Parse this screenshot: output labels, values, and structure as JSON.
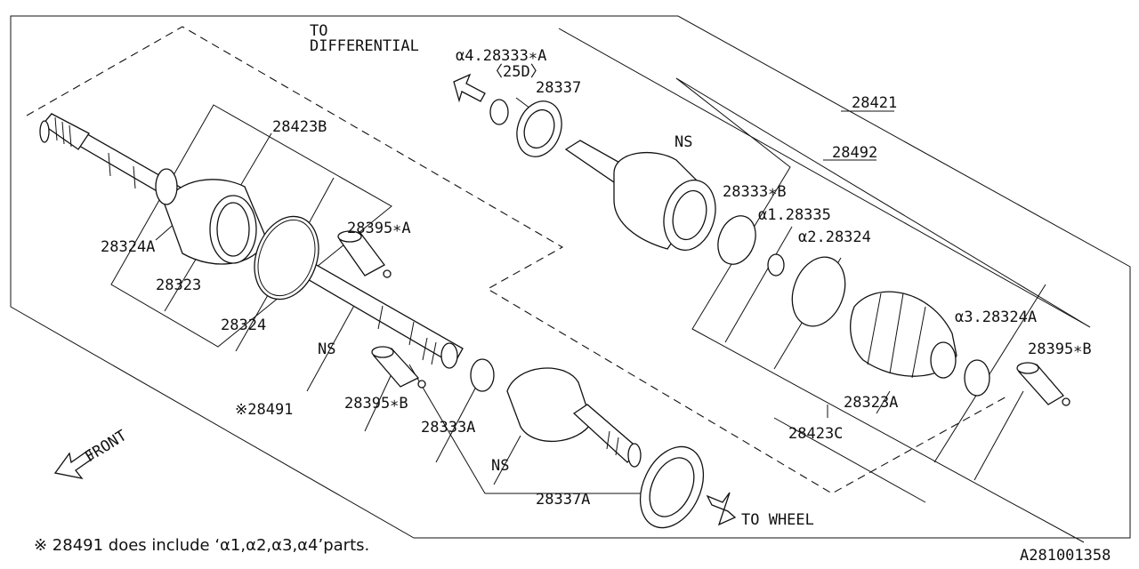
{
  "labels": {
    "to_differential": [
      "TO",
      "DIFFERENTIAL"
    ],
    "to_wheel": "TO WHEEL",
    "front": "FRONT",
    "p28421": "28421",
    "p28492": "28492",
    "p28423B": "28423B",
    "p28423C": "28423C",
    "p28324A": "28324A",
    "p28323": "28323",
    "p28324": "28324",
    "p28395A": "28395∗A",
    "p28395B_left": "28395∗B",
    "p28395B_right": "28395∗B",
    "p28491": "※28491",
    "p28333A": "28333A",
    "p28337A": "28337A",
    "p28337": "28337",
    "p28333A_alpha4": "α4.28333∗A",
    "size_25D": "〈25D〉",
    "p28333B": "28333∗B",
    "p28335": "α1.28335",
    "p28324_alpha2": "α2.28324",
    "p28324A_alpha3": "α3.28324A",
    "p28323A": "28323A",
    "ns_upper": "NS",
    "ns_middle": "NS",
    "ns_lower": "NS"
  },
  "footnote": "※ 28491 does include ‘α1,α2,α3,α4’parts.",
  "diagram_code": "A281001358"
}
